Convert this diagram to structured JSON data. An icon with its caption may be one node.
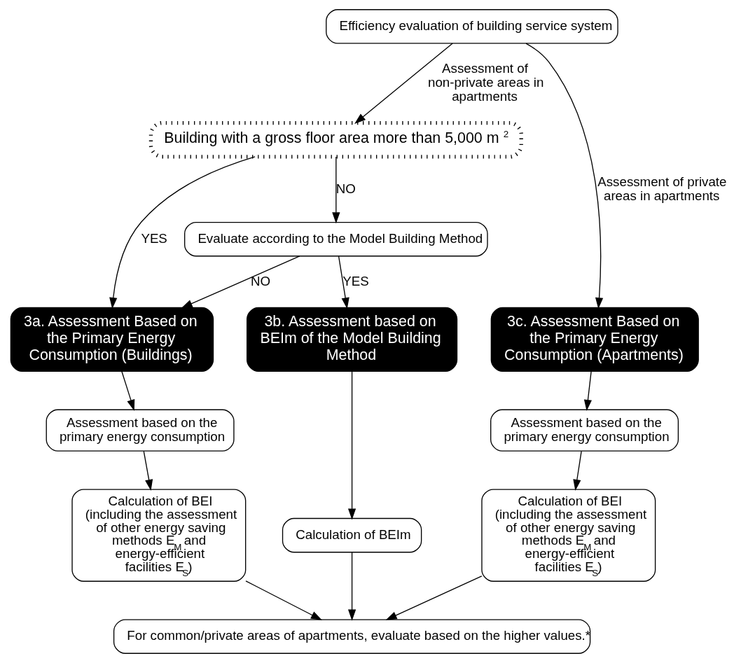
{
  "diagram": {
    "nodes": [
      {
        "text": [
          "Efficiency evaluation of building service system"
        ]
      },
      {
        "text": [
          "Building with a gross floor area more than 5,000 m$^{2}$"
        ]
      },
      {
        "text": [
          "Evaluate according to the Model Building Method"
        ]
      },
      {
        "text": [
          "3a. Assessment Based on the Primary Energy Consumption (Buildings)"
        ]
      },
      {
        "text": [
          "3b. Assessment based on BEIm of the Model Building Method"
        ]
      },
      {
        "text": [
          "3c. Assessment Based on the Primary Energy Consumption (Apartments)"
        ]
      },
      {
        "text": [
          "Assessment based on the primary energy consumption"
        ]
      },
      {
        "text": [
          "Calculation of BEI (including the assessment of other energy saving methods E$_{M}$ and energy-efficient facilities E$_{S}$)"
        ]
      },
      {
        "text": [
          "Calculation of BEIm"
        ]
      },
      {
        "text": [
          "Assessment based on the primary energy consumption"
        ]
      },
      {
        "text": [
          "Calculation of BEI (including the assessment of other energy saving methods E$_{M}$ and energy-efficient facilities E$_{S}$)"
        ]
      },
      {
        "text": [
          "For common/private areas of apartments, evaluate based on the higher values.*"
        ]
      }
    ],
    "edges": [
      {
        "from": 0,
        "to": 1,
        "arrow": "to",
        "label": "Assessment of non-private areas in apartments"
      },
      {
        "from": 0,
        "to": 5,
        "arrow": "to",
        "label": "Assessment of private areas in apartments"
      },
      {
        "from": 1,
        "to": 3,
        "arrow": "to",
        "label": "YES"
      },
      {
        "from": 1,
        "to": 2,
        "arrow": "to",
        "label": "NO"
      },
      {
        "from": 2,
        "to": 3,
        "arrow": "to",
        "label": "NO"
      },
      {
        "from": 2,
        "to": 4,
        "arrow": "to",
        "label": "YES"
      },
      {
        "from": 3,
        "to": 6,
        "arrow": "to"
      },
      {
        "from": 6,
        "to": 7,
        "arrow": "to"
      },
      {
        "from": 7,
        "to": 11,
        "arrow": "to"
      },
      {
        "from": 4,
        "to": 8,
        "arrow": "to"
      },
      {
        "from": 8,
        "to": 11,
        "arrow": "to"
      },
      {
        "from": 5,
        "to": 9,
        "arrow": "to"
      },
      {
        "from": 9,
        "to": 10,
        "arrow": "to"
      },
      {
        "from": 10,
        "to": 11,
        "arrow": "to"
      }
    ]
  }
}
